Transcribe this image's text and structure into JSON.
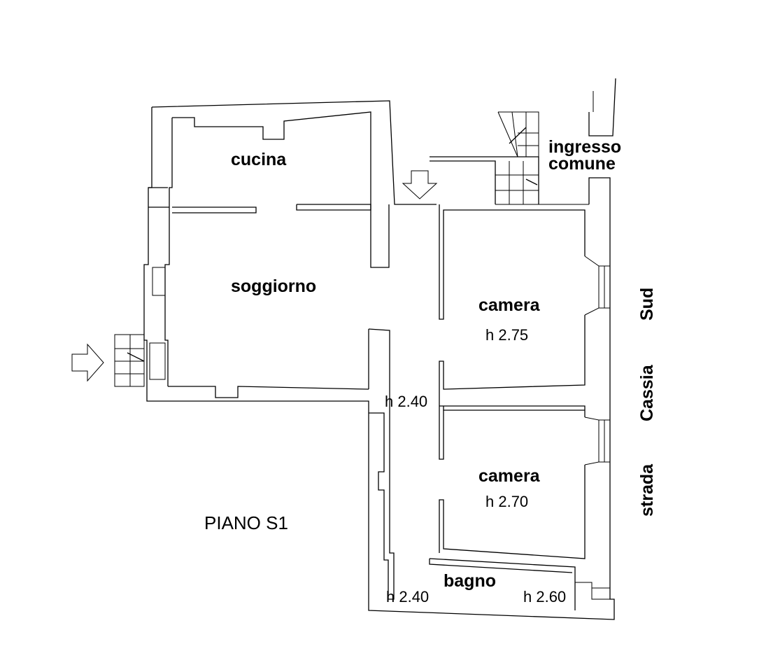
{
  "rooms": {
    "kitchen": "cucina",
    "living": "soggiorno",
    "bedroom_1": "camera",
    "bedroom_2": "camera",
    "bathroom": "bagno",
    "common_entrance_line1": "ingresso",
    "common_entrance_line2": "comune"
  },
  "heights": {
    "bedroom_1": "h 2.75",
    "bedroom_2": "h 2.70",
    "corridor": "h 2.40",
    "bath_left": "h 2.40",
    "bath_right": "h 2.60"
  },
  "floor_label": "PIANO S1",
  "street": {
    "word1": "Sud",
    "word2": "Cassia",
    "word3": "strada"
  }
}
